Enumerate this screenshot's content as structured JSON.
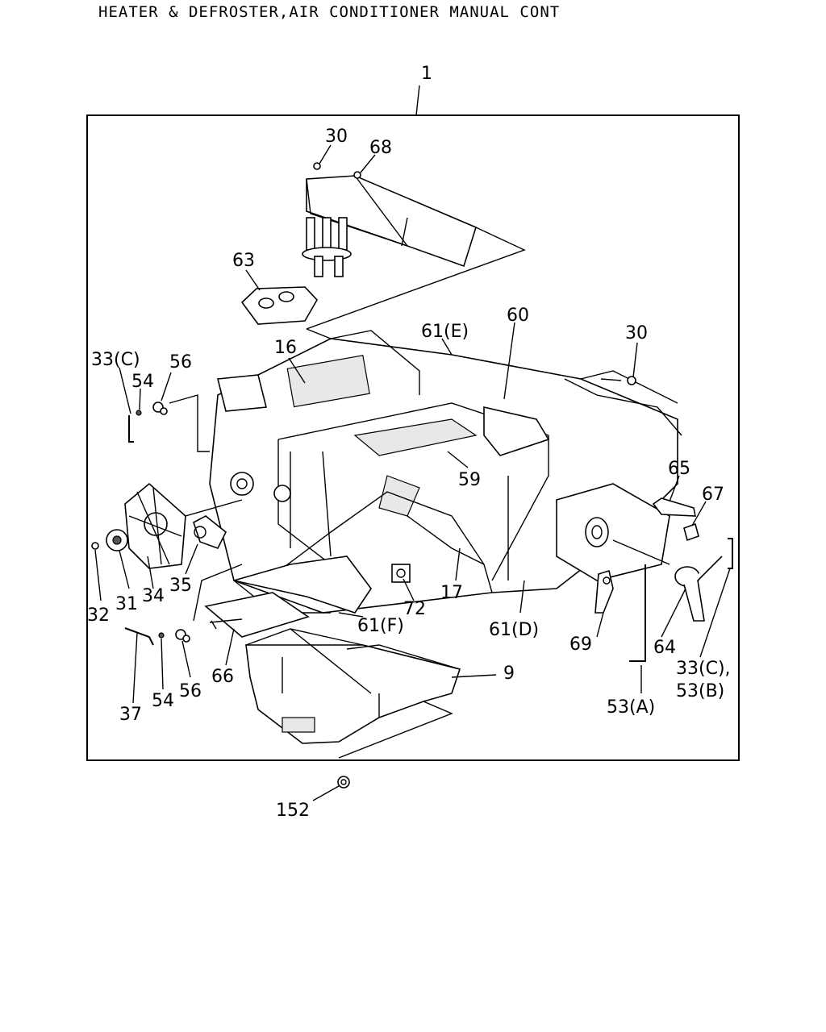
{
  "title": "HEATER & DEFROSTER,AIR CONDITIONER MANUAL CONT",
  "callouts": {
    "c1": "1",
    "c30a": "30",
    "c68": "68",
    "c63": "63",
    "c61e": "61(E)",
    "c60": "60",
    "c30b": "30",
    "c33c": "33(C)",
    "c56a": "56",
    "c54a": "54",
    "c16": "16",
    "c65": "65",
    "c67": "67",
    "c59": "59",
    "c32": "32",
    "c31": "31",
    "c34": "34",
    "c35": "35",
    "c72": "72",
    "c17": "17",
    "c61f": "61(F)",
    "c61d": "61(D)",
    "c69": "69",
    "c64": "64",
    "c33c53b_1": "33(C),",
    "c33c53b_2": "53(B)",
    "c53a": "53(A)",
    "c9": "9",
    "c66": "66",
    "c37": "37",
    "c54b": "54",
    "c56b": "56",
    "c152": "152"
  }
}
